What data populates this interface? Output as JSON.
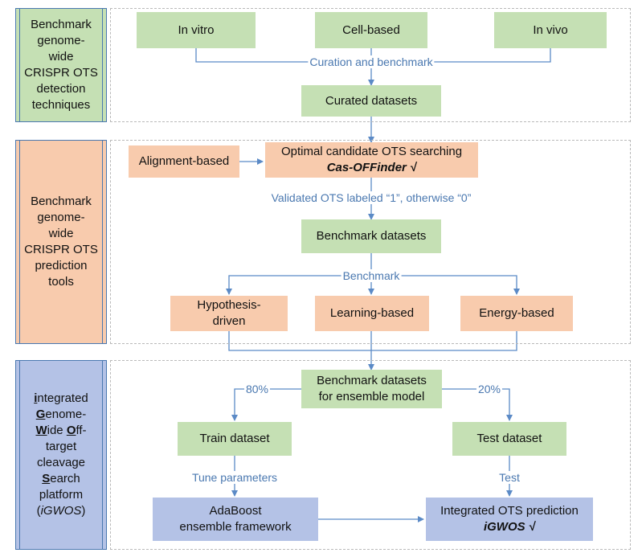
{
  "sections": {
    "detection": {
      "lines": [
        "Benchmark",
        "genome-",
        "wide",
        "CRISPR OTS",
        "detection",
        "techniques"
      ]
    },
    "prediction": {
      "lines": [
        "Benchmark",
        "genome-",
        "wide",
        "CRISPR OTS",
        "prediction",
        "tools"
      ]
    },
    "igwos": {
      "line1": {
        "u": "i",
        "rest": "ntegrated"
      },
      "line2": {
        "u": "G",
        "rest": "enome-"
      },
      "line3": {
        "u1": "W",
        "mid": "ide ",
        "u2": "O",
        "rest": "ff-"
      },
      "line4": "target",
      "line5": "cleavage",
      "line6": {
        "u": "S",
        "rest": "earch"
      },
      "line7": "platform",
      "line8": {
        "open": "(",
        "italic": "iGWOS",
        "close": ")"
      }
    }
  },
  "nodes": {
    "in_vitro": "In vitro",
    "cell_based": "Cell-based",
    "in_vivo": "In vivo",
    "curated": "Curated datasets",
    "alignment": "Alignment-based",
    "optimal_line1": "Optimal candidate OTS searching",
    "optimal_line2": "Cas-OFFinder √",
    "benchmark_datasets": "Benchmark datasets",
    "hypothesis_line1": "Hypothesis-",
    "hypothesis_line2": "driven",
    "learning": "Learning-based",
    "energy": "Energy-based",
    "ensemble_line1": "Benchmark datasets",
    "ensemble_line2": "for ensemble model",
    "train": "Train dataset",
    "test_ds": "Test dataset",
    "adaboost_line1": "AdaBoost",
    "adaboost_line2": "ensemble framework",
    "integrated_line1": "Integrated OTS prediction",
    "integrated_line2": "iGWOS √"
  },
  "edge_labels": {
    "curation": "Curation and benchmark",
    "validated": "Validated OTS labeled “1”, otherwise “0”",
    "benchmark": "Benchmark",
    "pct80": "80%",
    "pct20": "20%",
    "tune": "Tune parameters",
    "test": "Test"
  },
  "colors": {
    "green": "#c5e0b4",
    "orange": "#f8cbad",
    "blue": "#b4c2e6",
    "line": "#5b8ac6"
  }
}
